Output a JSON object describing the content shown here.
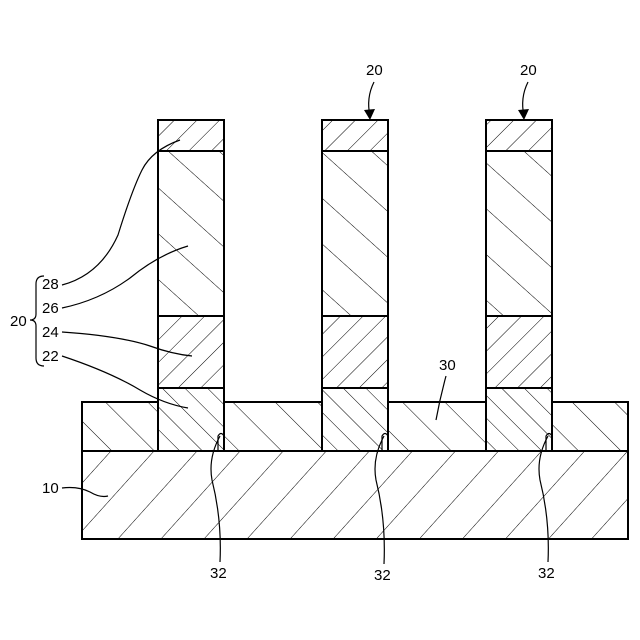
{
  "labels": {
    "substrate": "10",
    "fin_group": "20",
    "fin_top_1": "20",
    "fin_top_2": "20",
    "layer_22": "22",
    "layer_24": "24",
    "layer_26": "26",
    "layer_28": "28",
    "insulator": "30",
    "recess_1": "32",
    "recess_2": "32",
    "recess_3": "32"
  }
}
